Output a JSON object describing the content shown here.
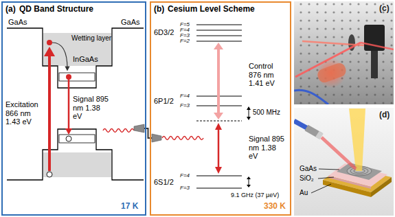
{
  "diagram": {
    "nodes": [
      {
        "text": [
          "(a)",
          "QD Band Structure",
          "17 K"
        ]
      },
      {
        "text": [
          "(b)",
          "Cesium Level Scheme",
          "330 K"
        ]
      },
      {
        "text": [
          "(c)"
        ]
      },
      {
        "text": [
          "(d)"
        ]
      }
    ],
    "edges": [
      {
        "from": 0,
        "to": 1,
        "arrow": "none"
      }
    ],
    "labels": [
      "GaAs",
      "GaAs",
      "Wetting layer",
      "InGaAs",
      "Excitation 866 nm 1.43 eV",
      "Signal 895 nm 1.38 eV",
      "6D3/2",
      "F=5",
      "F=4",
      "F=3",
      "F=2",
      "Control 876 nm 1.41 eV",
      "6P1/2",
      "F=4",
      "F=3",
      "500 MHz",
      "Signal 895 nm 1.38 eV",
      "6S1/2",
      "F=4",
      "F=3",
      "9.1 GHz (37 µeV)",
      "GaAs",
      "SiO₂",
      "Au"
    ]
  }
}
